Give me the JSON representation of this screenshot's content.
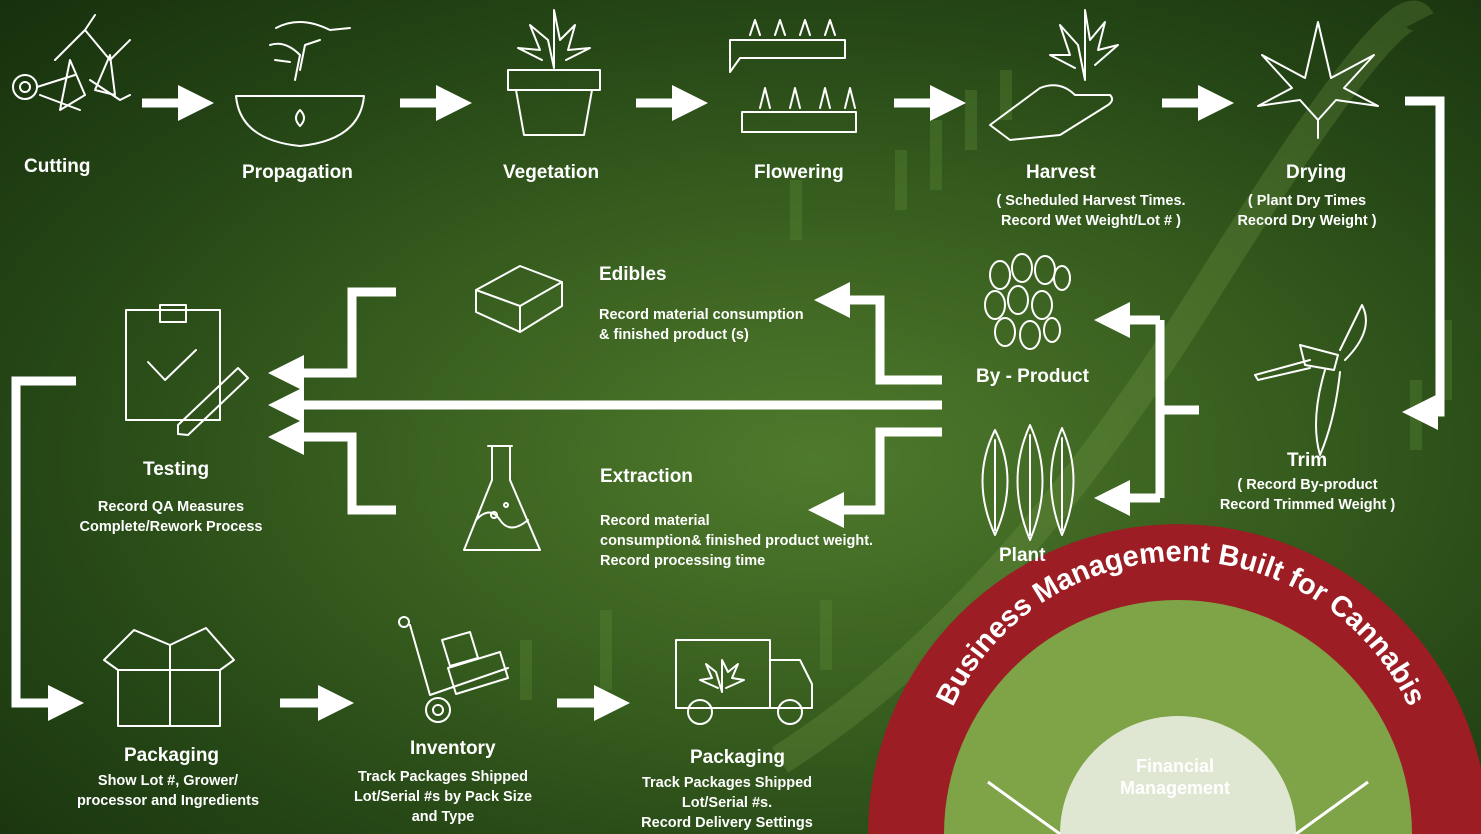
{
  "stages_top": [
    {
      "title": "Cutting",
      "icon": "cutting-icon"
    },
    {
      "title": "Propagation",
      "icon": "seed-in-hand-icon"
    },
    {
      "title": "Vegetation",
      "icon": "potted-plant-icon"
    },
    {
      "title": "Flowering",
      "icon": "flower-trays-icon"
    },
    {
      "title": "Harvest",
      "icon": "harvest-hand-icon",
      "note": "( Scheduled Harvest Times.\nRecord Wet Weight/Lot # )"
    },
    {
      "title": "Drying",
      "icon": "cannabis-leaf-icon",
      "note": "( Plant Dry Times\nRecord Dry Weight )"
    }
  ],
  "trim": {
    "title": "Trim",
    "note": "( Record By-product\nRecord Trimmed Weight )",
    "icon": "pruning-shears-icon"
  },
  "byproduct": {
    "title": "By - Product",
    "icon": "seeds-icon"
  },
  "plant": {
    "title": "Plant",
    "icon": "plant-leaves-icon"
  },
  "edibles": {
    "title": "Edibles",
    "note": "Record material consumption\n& finished product (s)",
    "icon": "brownie-icon"
  },
  "extraction": {
    "title": "Extraction",
    "note": "Record material\nconsumption& finished product weight.\nRecord processing time",
    "icon": "flask-icon"
  },
  "testing": {
    "title": "Testing",
    "note": "Record QA Measures\nComplete/Rework Process",
    "icon": "clipboard-check-icon"
  },
  "bottom": [
    {
      "title": "Packaging",
      "note": "Show Lot #, Grower/\nprocessor and Ingredients",
      "icon": "open-box-icon"
    },
    {
      "title": "Inventory",
      "note": "Track Packages Shipped\nLot/Serial #s by Pack Size\nand Type",
      "icon": "hand-truck-icon"
    },
    {
      "title": "Packaging",
      "note": "Track Packages Shipped\nLot/Serial #s.\nRecord Delivery Settings",
      "icon": "delivery-truck-icon"
    }
  ],
  "wheel": {
    "arc_text": "Business Management Built for Cannabis",
    "segment_label": "Financial\nManagement"
  },
  "colors": {
    "background": "#2f5a1c",
    "arc_red": "#9c1d23",
    "segment_green": "#7fa347",
    "divider": "#ffffff"
  }
}
